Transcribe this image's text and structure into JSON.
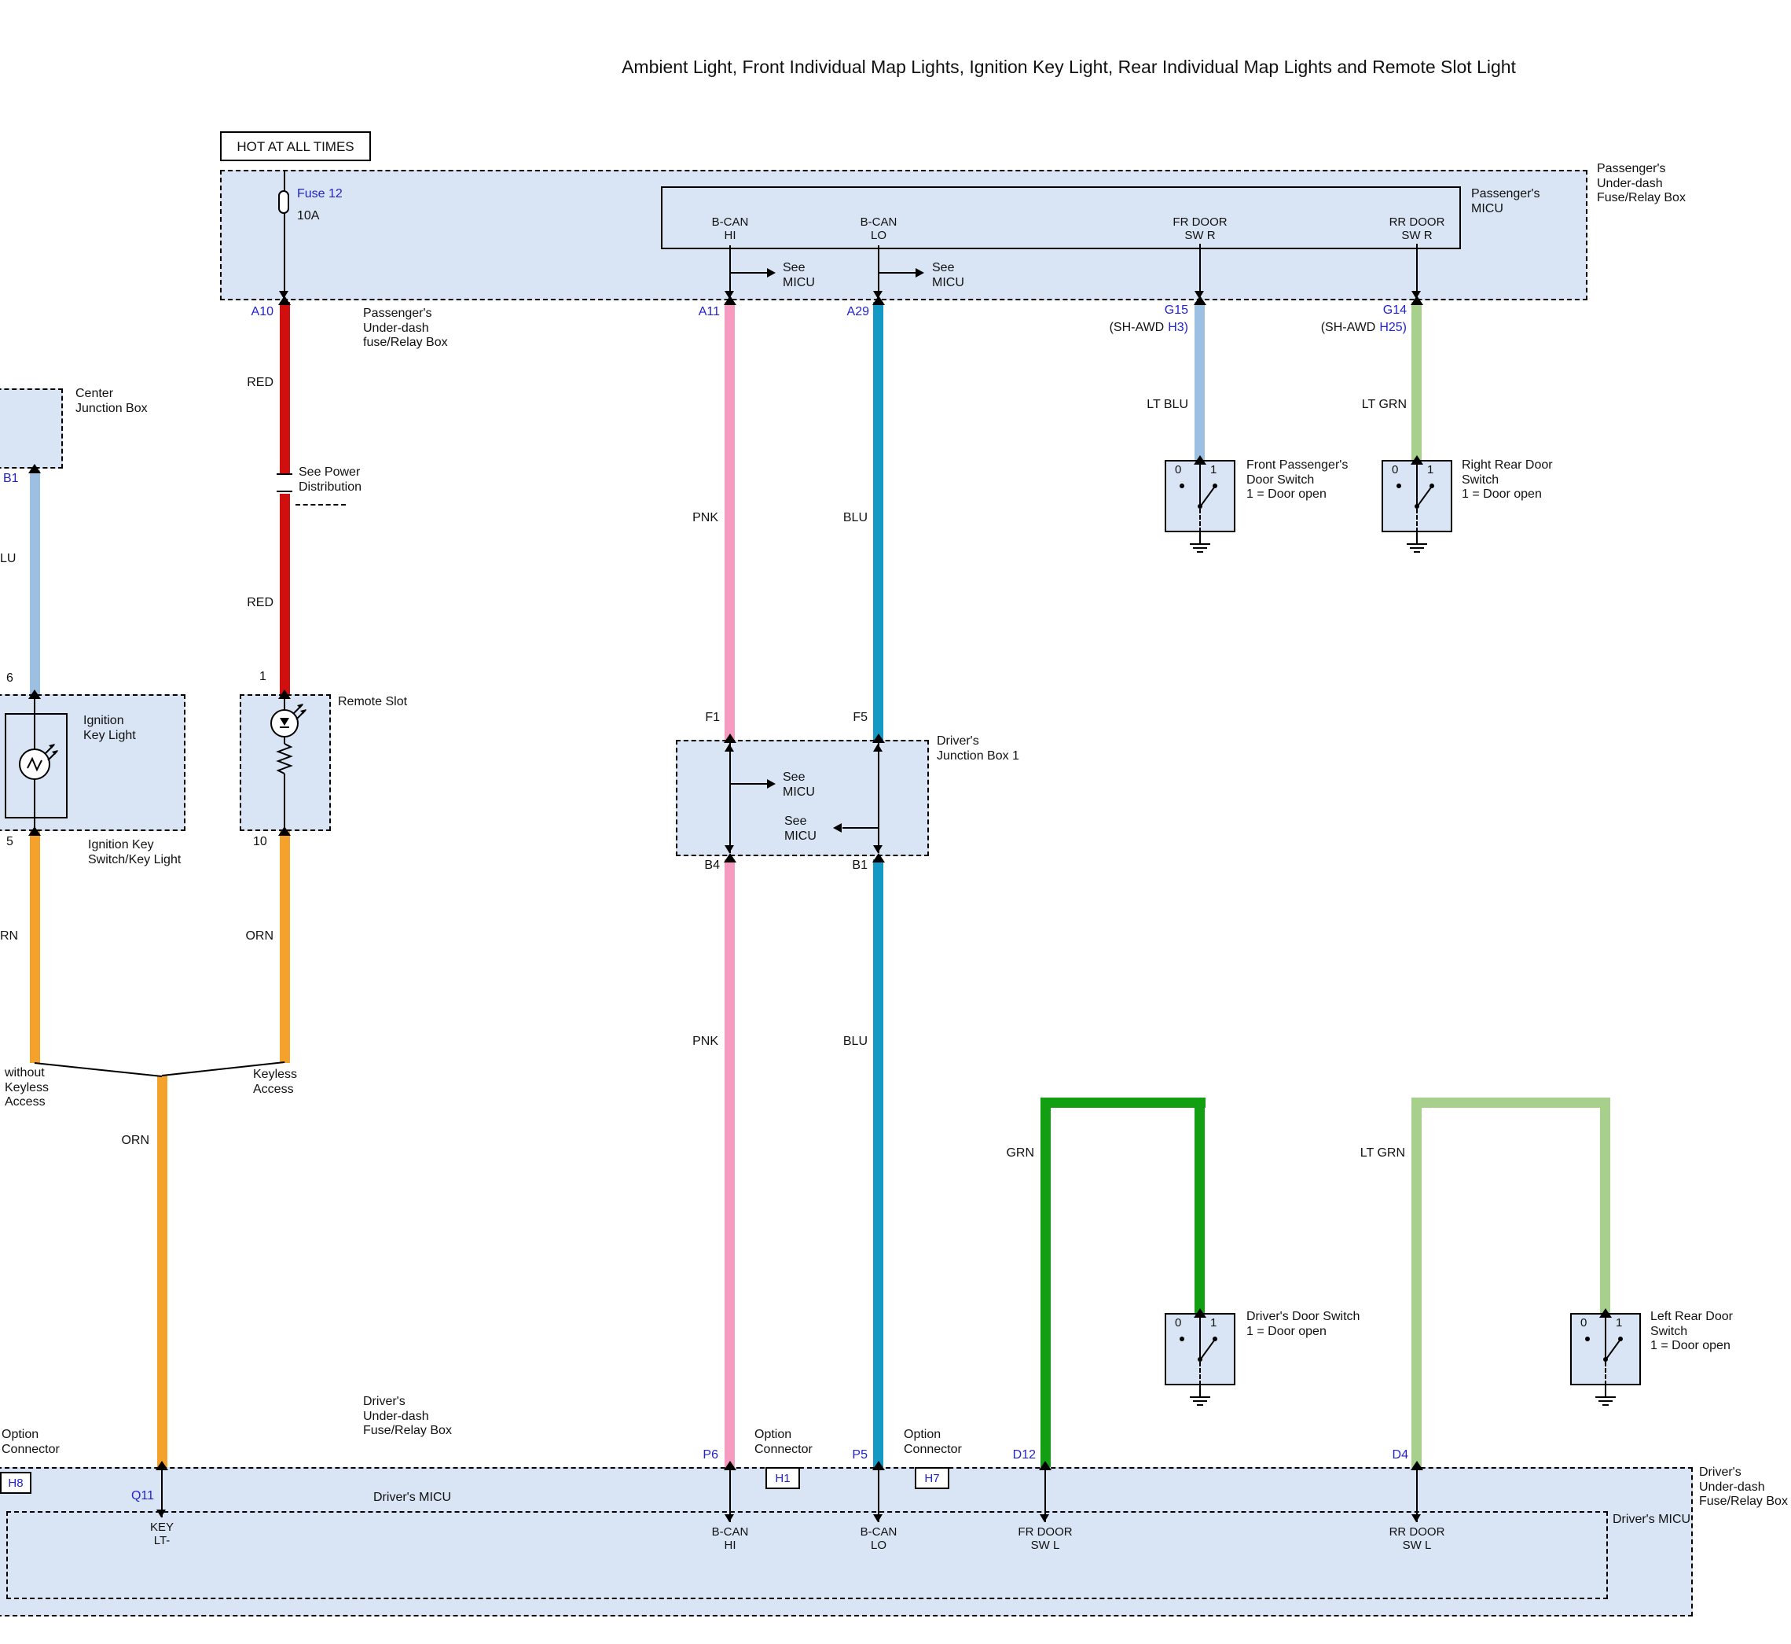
{
  "title": "Ambient Light, Front Individual Map Lights, Ignition Key Light, Rear Individual Map Lights and Remote Slot Light",
  "colors": {
    "red": "#d10f0f",
    "pnk": "#f79ac0",
    "blu": "#1498c4",
    "lt_blu": "#9cbfe2",
    "lt_grn": "#a8d08d",
    "grn": "#12a012",
    "orn": "#f5a22d",
    "box_fill": "#d9e5f5",
    "label_blue": "#2323cc"
  },
  "labels": {
    "hot": "HOT AT ALL TIMES",
    "fuse_name": "Fuse 12",
    "fuse_rating": "10A",
    "pass_box_outside": "Passenger's\nUnder-dash\nFuse/Relay Box",
    "pass_micu": "Passenger's\nMICU",
    "bcan_hi": "B-CAN\nHI",
    "bcan_lo": "B-CAN\nLO",
    "fr_door_sw_r": "FR DOOR\nSW R",
    "rr_door_sw_r": "RR DOOR\nSW R",
    "see_micu": "See\nMICU",
    "a10": "A10",
    "a11": "A11",
    "a29": "A29",
    "g15": "G15",
    "g15_pre": "(SH-AWD",
    "g15_id": "H3)",
    "g14": "G14",
    "g14_pre": "(SH-AWD",
    "g14_id": "H25)",
    "pass_underdash2": "Passenger's\nUnder-dash\nfuse/Relay Box",
    "red": "RED",
    "pnk": "PNK",
    "blu": "BLU",
    "lt_blu": "LT BLU",
    "lt_grn": "LT GRN",
    "orn": "ORN",
    "grn": "GRN",
    "see_power": "See Power\nDistribution",
    "center_junction": "Center\nJunction Box",
    "b1_top": "B1",
    "lu": "LU",
    "n6": "6",
    "n5": "5",
    "n1": "1",
    "n10": "10",
    "ignition_key_light": "Ignition\nKey Light",
    "ignition_key_switch": "Ignition Key\nSwitch/Key Light",
    "remote_slot": "Remote Slot",
    "rn": "RN",
    "without_keyless": "without\nKeyless\nAccess",
    "keyless": "Keyless\nAccess",
    "djb1": "Driver's\nJunction Box 1",
    "f1": "F1",
    "f5": "F5",
    "b4": "B4",
    "b1_bottom": "B1",
    "sw0": "0",
    "sw1": "1",
    "fp_switch": "Front Passenger's\nDoor Switch\n1 = Door open",
    "rr_switch": "Right Rear Door\nSwitch\n1 = Door open",
    "drv_switch": "Driver's Door Switch\n1 = Door open",
    "lr_switch": "Left Rear Door\nSwitch\n1 = Door open",
    "drv_underdash": "Driver's\nUnder-dash\nFuse/Relay Box",
    "option_connector": "Option\nConnector",
    "h8": "H8",
    "h1": "H1",
    "h7": "H7",
    "q11": "Q11",
    "p6": "P6",
    "p5": "P5",
    "d12": "D12",
    "d4": "D4",
    "key_lt": "KEY\nLT-",
    "fr_door_sw_l": "FR DOOR\nSW L",
    "rr_door_sw_l": "RR DOOR\nSW L",
    "drivers_micu": "Driver's MICU"
  }
}
